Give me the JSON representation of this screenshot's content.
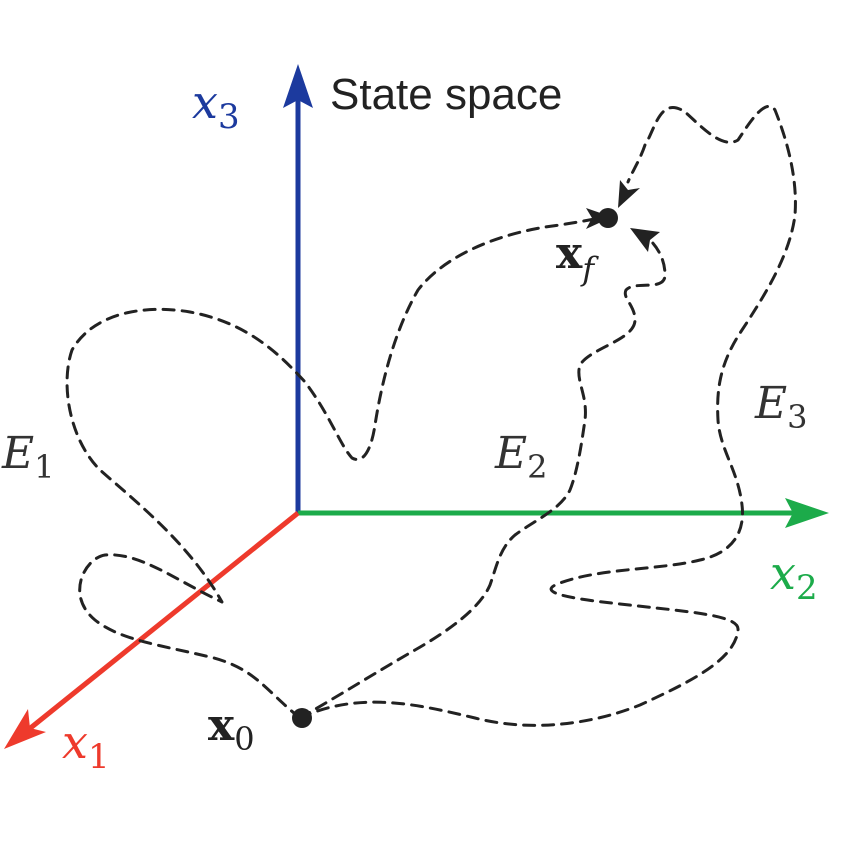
{
  "title": "State space",
  "axes": {
    "x1": {
      "symbol": "x",
      "sub": "1",
      "color": "#ee3a2c"
    },
    "x2": {
      "symbol": "x",
      "sub": "2",
      "color": "#1cab4a"
    },
    "x3": {
      "symbol": "x",
      "sub": "3",
      "color": "#1c3a9e"
    }
  },
  "points": {
    "start": {
      "symbol": "x",
      "sub": "0"
    },
    "final": {
      "symbol": "x",
      "sub": "f"
    }
  },
  "regions": {
    "e1": {
      "symbol": "E",
      "sub": "1"
    },
    "e2": {
      "symbol": "E",
      "sub": "2"
    },
    "e3": {
      "symbol": "E",
      "sub": "3"
    }
  },
  "colors": {
    "trajectory": "#222222",
    "point": "#222222"
  }
}
